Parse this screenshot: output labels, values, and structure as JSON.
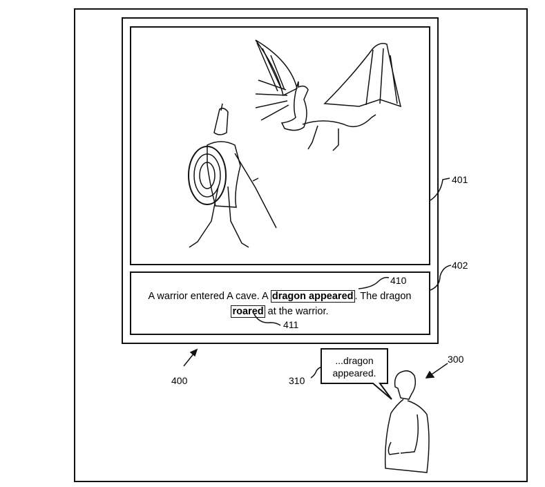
{
  "figure": {
    "labels": {
      "system": "400",
      "image_panel": "401",
      "text_panel": "402",
      "highlight_1": "410",
      "highlight_2": "411",
      "user": "300",
      "speech": "310"
    },
    "story": {
      "before_1": "A warrior entered A cave. A ",
      "highlight_1": "dragon appeared",
      "between": ". The dragon ",
      "highlight_2": "roared",
      "after_2": " at the warrior."
    },
    "speech_bubble": {
      "line1": "...dragon",
      "line2": "appeared."
    }
  }
}
